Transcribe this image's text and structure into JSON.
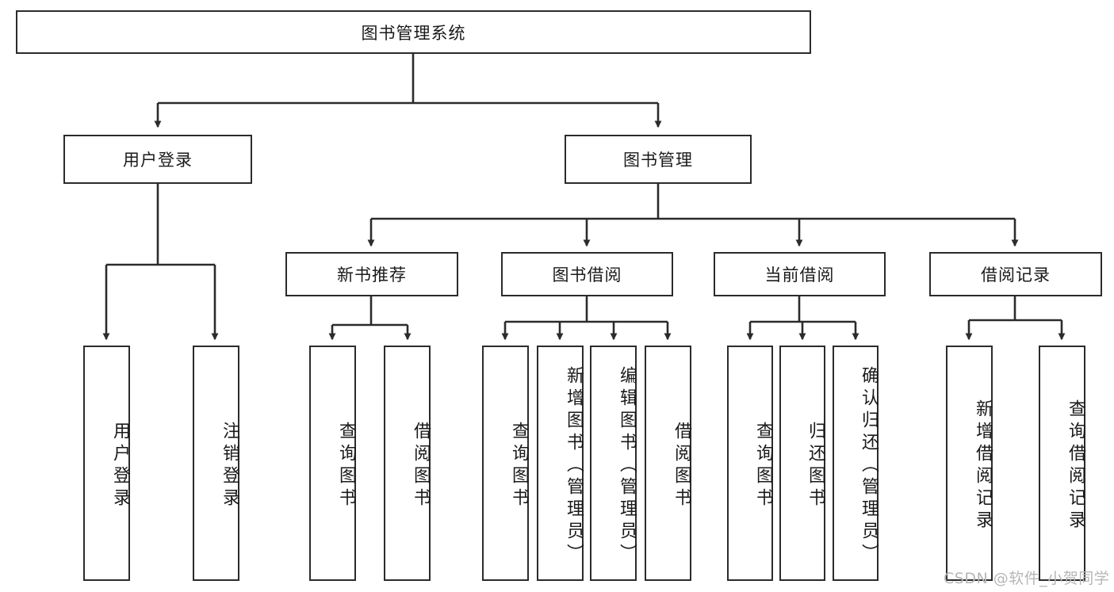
{
  "diagram": {
    "type": "tree-hierarchy-chart",
    "title": "图书管理系统",
    "line_color": "#2b2b2b",
    "box_fill": "#ffffff",
    "text_color": "#1a1a1a",
    "root": {
      "id": "root",
      "label": "图书管理系统"
    },
    "level1": [
      {
        "id": "user-login",
        "label": "用户登录"
      },
      {
        "id": "book-manage",
        "label": "图书管理"
      }
    ],
    "level2": [
      {
        "id": "new-book-rec",
        "label": "新书推荐"
      },
      {
        "id": "book-borrow",
        "label": "图书借阅"
      },
      {
        "id": "current-borrow",
        "label": "当前借阅"
      },
      {
        "id": "borrow-record",
        "label": "借阅记录"
      }
    ],
    "leaves": {
      "user-login": [
        {
          "id": "leaf-user-login",
          "label": "用户登录"
        },
        {
          "id": "leaf-logout",
          "label": "注销登录"
        }
      ],
      "new-book-rec": [
        {
          "id": "leaf-query-book-1",
          "label": "查询图书"
        },
        {
          "id": "leaf-borrow-book-1",
          "label": "借阅图书"
        }
      ],
      "book-borrow": [
        {
          "id": "leaf-query-book-2",
          "label": "查询图书"
        },
        {
          "id": "leaf-add-book",
          "label": "新增图书（管理员）"
        },
        {
          "id": "leaf-edit-book",
          "label": "编辑图书（管理员）"
        },
        {
          "id": "leaf-borrow-book-2",
          "label": "借阅图书"
        }
      ],
      "current-borrow": [
        {
          "id": "leaf-query-book-3",
          "label": "查询图书"
        },
        {
          "id": "leaf-return-book",
          "label": "归还图书"
        },
        {
          "id": "leaf-confirm-return",
          "label": "确认归还（管理员）"
        }
      ],
      "borrow-record": [
        {
          "id": "leaf-add-record",
          "label": "新增借阅记录"
        },
        {
          "id": "leaf-query-record",
          "label": "查询借阅记录"
        }
      ]
    }
  },
  "watermark": {
    "text": "CSDN @软件_小贺同学"
  }
}
